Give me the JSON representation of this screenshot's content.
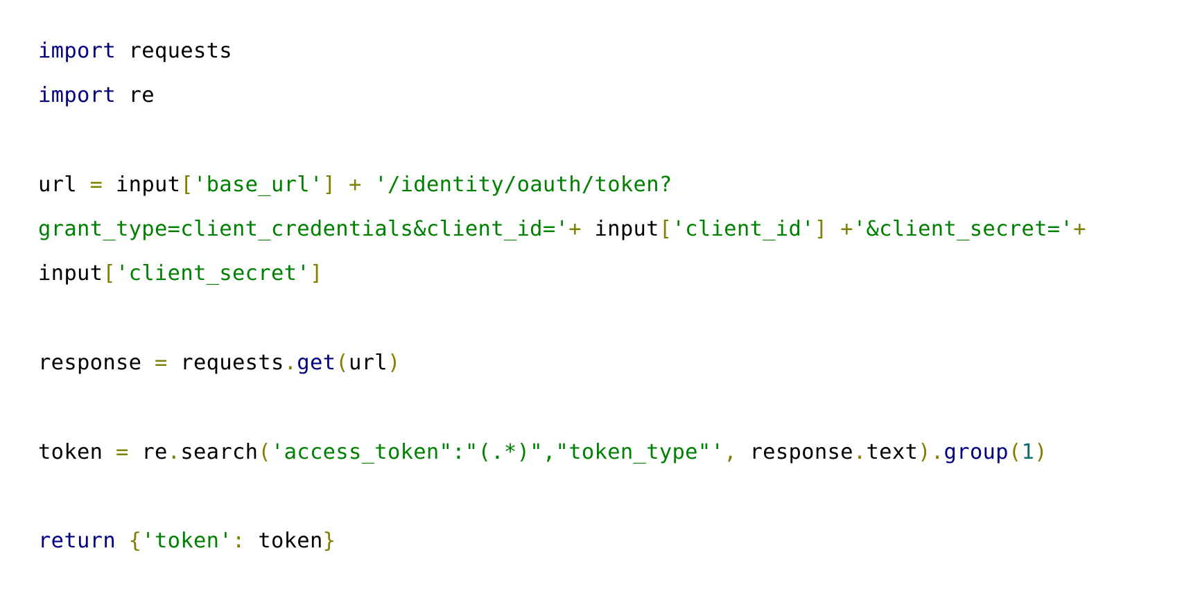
{
  "colors": {
    "background": "#ffffff",
    "keyword": "#000080",
    "default": "#000000",
    "operator": "#808000",
    "string": "#008000",
    "number": "#0e6e6e"
  },
  "code": {
    "lines": [
      [
        {
          "t": "import",
          "k": "keyword"
        },
        {
          "t": " requests",
          "k": "default"
        }
      ],
      [
        {
          "t": "import",
          "k": "keyword"
        },
        {
          "t": " re",
          "k": "default"
        }
      ],
      [],
      [
        {
          "t": "url ",
          "k": "default"
        },
        {
          "t": "=",
          "k": "operator"
        },
        {
          "t": " input",
          "k": "default"
        },
        {
          "t": "[",
          "k": "operator"
        },
        {
          "t": "'base_url'",
          "k": "string"
        },
        {
          "t": "]",
          "k": "operator"
        },
        {
          "t": " + ",
          "k": "operator"
        },
        {
          "t": "'/identity/oauth/token?",
          "k": "string"
        }
      ],
      [
        {
          "t": "grant_type=client_credentials&client_id='",
          "k": "string"
        },
        {
          "t": "+",
          "k": "operator"
        },
        {
          "t": " input",
          "k": "default"
        },
        {
          "t": "[",
          "k": "operator"
        },
        {
          "t": "'client_id'",
          "k": "string"
        },
        {
          "t": "]",
          "k": "operator"
        },
        {
          "t": " +",
          "k": "operator"
        },
        {
          "t": "'&client_secret='",
          "k": "string"
        },
        {
          "t": "+",
          "k": "operator"
        }
      ],
      [
        {
          "t": "input",
          "k": "default"
        },
        {
          "t": "[",
          "k": "operator"
        },
        {
          "t": "'client_secret'",
          "k": "string"
        },
        {
          "t": "]",
          "k": "operator"
        }
      ],
      [],
      [
        {
          "t": "response ",
          "k": "default"
        },
        {
          "t": "=",
          "k": "operator"
        },
        {
          "t": " requests",
          "k": "default"
        },
        {
          "t": ".",
          "k": "operator"
        },
        {
          "t": "get",
          "k": "keyword"
        },
        {
          "t": "(",
          "k": "operator"
        },
        {
          "t": "url",
          "k": "default"
        },
        {
          "t": ")",
          "k": "operator"
        }
      ],
      [],
      [
        {
          "t": "token ",
          "k": "default"
        },
        {
          "t": "=",
          "k": "operator"
        },
        {
          "t": " re",
          "k": "default"
        },
        {
          "t": ".",
          "k": "operator"
        },
        {
          "t": "search",
          "k": "default"
        },
        {
          "t": "(",
          "k": "operator"
        },
        {
          "t": "'access_token\":\"(.*)\",\"token_type\"'",
          "k": "string"
        },
        {
          "t": ",",
          "k": "operator"
        },
        {
          "t": " response",
          "k": "default"
        },
        {
          "t": ".",
          "k": "operator"
        },
        {
          "t": "text",
          "k": "default"
        },
        {
          "t": ")",
          "k": "operator"
        },
        {
          "t": ".",
          "k": "operator"
        },
        {
          "t": "group",
          "k": "keyword"
        },
        {
          "t": "(",
          "k": "operator"
        },
        {
          "t": "1",
          "k": "number"
        },
        {
          "t": ")",
          "k": "operator"
        }
      ],
      [],
      [
        {
          "t": "return",
          "k": "keyword"
        },
        {
          "t": " ",
          "k": "default"
        },
        {
          "t": "{",
          "k": "operator"
        },
        {
          "t": "'token'",
          "k": "string"
        },
        {
          "t": ":",
          "k": "operator"
        },
        {
          "t": " token",
          "k": "default"
        },
        {
          "t": "}",
          "k": "operator"
        }
      ]
    ]
  }
}
